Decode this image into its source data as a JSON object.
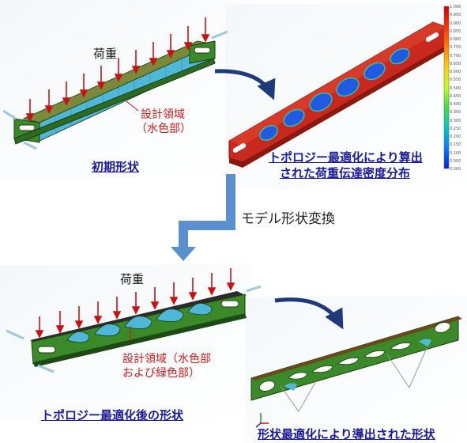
{
  "labels": {
    "load_top": "荷重",
    "design_region_top_line1": "設計領域",
    "design_region_top_line2": "（水色部）",
    "initial_shape": "初期形状",
    "topology_result_line1": "トポロジー最適化により算出",
    "topology_result_line2": "された荷重伝達密度分布",
    "model_conversion": "モデル形状変換",
    "load_bottom": "荷重",
    "design_region_bottom_line1": "設計領域（水色部",
    "design_region_bottom_line2": "および緑色部）",
    "after_topology": "トポロジー最適化後の形状",
    "shape_result": "形状最適化により導出された形状"
  },
  "colorbar": {
    "ticks": [
      "1.000",
      "0.950",
      "0.900",
      "0.850",
      "0.800",
      "0.750",
      "0.700",
      "0.650",
      "0.600",
      "0.550",
      "0.500",
      "0.450",
      "0.400",
      "0.350",
      "0.300",
      "0.250",
      "0.200",
      "0.150",
      "0.100",
      "0.050",
      "0.000"
    ],
    "colors": [
      "#d00000",
      "#ff3000",
      "#ff8000",
      "#ffd000",
      "#c0ff20",
      "#40e040",
      "#00c8c0",
      "#0080ff",
      "#0020e0"
    ]
  },
  "colors": {
    "beam_green": "#3a8a2a",
    "design_cyan": "#4fb8d8",
    "load_arrow_red": "#cc1111",
    "flow_arrow_navy": "#1f3a7a",
    "convert_arrow_blue": "#5a8fd0",
    "density_red": "#c8281e"
  }
}
